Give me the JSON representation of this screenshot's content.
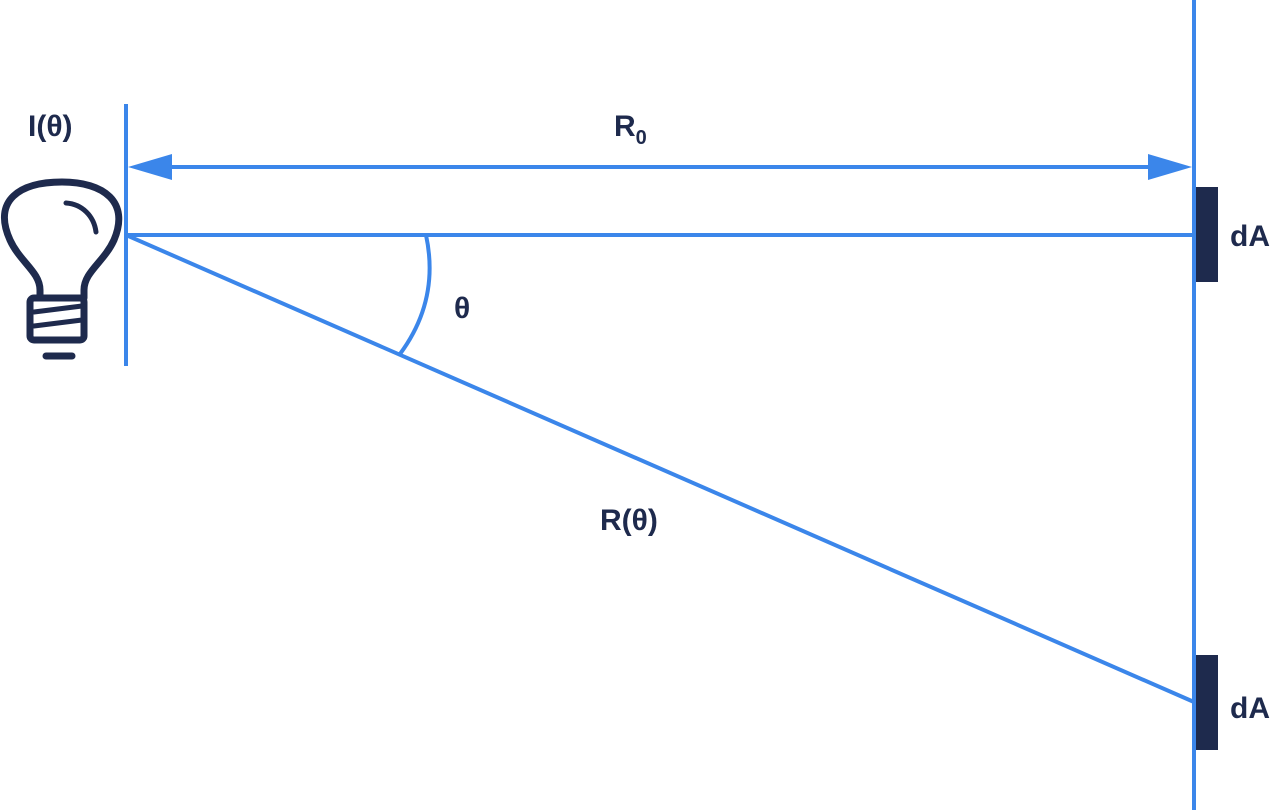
{
  "colors": {
    "line": "#3b86ea",
    "dark": "#1e2a4d",
    "background": "#ffffff"
  },
  "labels": {
    "intensity": "I(θ)",
    "r0_main": "R",
    "r0_sub": "0",
    "theta": "θ",
    "r_theta": "R(θ)",
    "area_top": "dA",
    "area_bottom": "dA"
  },
  "icons": {
    "source": "light-bulb-icon"
  }
}
